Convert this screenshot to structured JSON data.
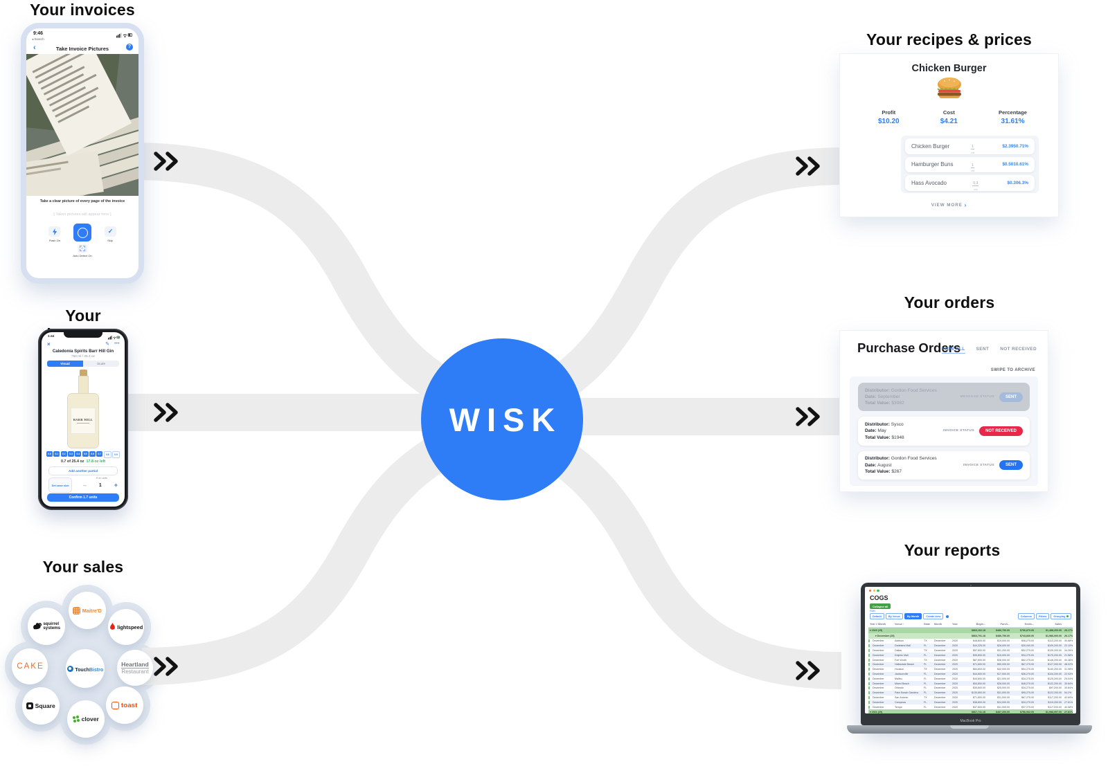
{
  "center": {
    "logo": "WISK"
  },
  "invoices": {
    "title": "Your invoices",
    "time": "9:46",
    "search": "Search",
    "nav_title": "Take Invoice Pictures",
    "help": "?",
    "caption": "Take a clear picture of every page of the invoice",
    "placeholder": "[ Taken pictures will appear here ]",
    "flash": "Flash On",
    "skip": "Skip",
    "auto_detect": "Auto Detect On"
  },
  "inventory": {
    "title": "Your inventory",
    "time": "1:44",
    "item_name": "Caledonia Spirits Barr Hill Gin",
    "item_size": "750 ml / 25.4 oz",
    "tab_visual": "Visual",
    "tab_scale": "Scale",
    "bottle_brand": "BARR HILL",
    "partials": [
      "0.0",
      "0.1",
      "0.2",
      "0.3",
      "0.4",
      "0.5",
      "0.6",
      "0.7",
      "0.8",
      "0.9"
    ],
    "partials_selected": 8,
    "partial_summary": "0.7 of 25.4 oz",
    "partial_left": "17.8 oz left",
    "add_partial": "Add another partial",
    "set_case": "Set case size",
    "full_units": "Full units",
    "minus": "–",
    "units": "1",
    "plus": "+",
    "confirm": "Confirm 1.7 units"
  },
  "sales": {
    "title": "Your sales",
    "logos": {
      "maitred": "Maitre'D",
      "squirrel_line1": "squirrel",
      "squirrel_line2": "systems",
      "lightspeed": "lightspeed",
      "cake": "CAKE",
      "touchbistro_a": "Touch",
      "touchbistro_b": "Bistro",
      "heartland_line1": "Heartland",
      "heartland_line2": "Restaurant",
      "square": "Square",
      "toast": "toast",
      "clover": "clover"
    }
  },
  "recipes": {
    "title": "Your recipes & prices",
    "dish": "Chicken Burger",
    "stats": [
      {
        "label": "Profit",
        "value": "$10.20"
      },
      {
        "label": "Cost",
        "value": "$4.21"
      },
      {
        "label": "Percentage",
        "value": "31.61%"
      }
    ],
    "ingredients": [
      {
        "name": "Chicken Burger",
        "qty": "1",
        "unit": "unit",
        "cost": "$2.39",
        "pct": "50.71%"
      },
      {
        "name": "Hamburger Buns",
        "qty": "1",
        "unit": "unit",
        "cost": "$0.50",
        "pct": "10.61%"
      },
      {
        "name": "Hass Avocado",
        "qty": "0.3",
        "unit": "unit",
        "cost": "$0.30",
        "pct": "6.3%"
      }
    ],
    "view_more": "VIEW MORE"
  },
  "orders": {
    "title": "Your orders",
    "heading": "Purchase Orders",
    "tabs": [
      "VIEW ALL",
      "SENT",
      "NOT RECEIVED"
    ],
    "swipe": "SWIPE TO ARCHIVE",
    "labels": {
      "distributor": "Distributor:",
      "date": "Date:",
      "total": "Total Value:"
    },
    "items": [
      {
        "distributor": "Gordon Food Services",
        "date": "September",
        "total": "$3982",
        "status_label": "MESSAGE STATUS",
        "status": "SENT"
      },
      {
        "distributor": "Sysco",
        "date": "May",
        "total": "$1948",
        "status_label": "INVOICE STATUS",
        "status": "NOT RECEIVED"
      },
      {
        "distributor": "Gordon Food Services",
        "date": "August",
        "total": "$267",
        "status_label": "INVOICE STATUS",
        "status": "SENT"
      }
    ]
  },
  "reports": {
    "title": "Your reports",
    "device": "MacBook Pro",
    "heading": "COGS",
    "collapse": "Collapse all",
    "filter": "Filter",
    "views": [
      "Default",
      "By Venue",
      "By Month",
      "Create view"
    ],
    "active_view_index": 2,
    "tools": [
      "Columns",
      "Filters",
      "Grouping"
    ],
    "columns": [
      "Year > Month",
      "Venue ↑",
      "State",
      "Month",
      "Year",
      "Begin...",
      "Purch...",
      "Endin...",
      "Sales",
      ""
    ],
    "group_top": {
      "label": "2020 (25)",
      "values": [
        "$863,162.18",
        "$486,750.00",
        "$756,870.00",
        "$1,488,200.00",
        "26.17%"
      ]
    },
    "group_sub": {
      "label": "December (25)",
      "values": [
        "$863,791.18",
        "$486,750.00",
        "$743,830.00",
        "$1,986,000.00",
        "26.17%"
      ]
    },
    "group_bottom": {
      "label": "2021 (25)",
      "values": [
        "$867,741.18",
        "$487,200.00",
        "$756,062.00",
        "$1,988,097.00",
        "27.81%"
      ]
    },
    "rows": [
      [
        "December",
        "Addison",
        "TX",
        "December",
        "2020",
        "$48,800.00",
        "$15,000.00",
        "$46,275.00",
        "$113,200.00",
        "30.88%"
      ],
      [
        "December",
        "Dadeland Mall",
        "FL",
        "December",
        "2020",
        "$44,325.00",
        "$28,000.00",
        "$30,040.00",
        "$109,200.00",
        "22.10%"
      ],
      [
        "December",
        "Dallas",
        "TX",
        "December",
        "2020",
        "$57,800.00",
        "$31,250.00",
        "$52,275.00",
        "$105,200.00",
        "34.26%"
      ],
      [
        "December",
        "Dolphin Mall",
        "FL",
        "December",
        "2020",
        "$35,800.00",
        "$15,000.00",
        "$34,275.00",
        "$175,200.00",
        "21.58%"
      ],
      [
        "December",
        "Fort Worth",
        "TX",
        "December",
        "2020",
        "$67,800.00",
        "$38,000.00",
        "$62,275.00",
        "$146,200.00",
        "40.38%"
      ],
      [
        "December",
        "Hallandale Beach",
        "FL",
        "December",
        "2020",
        "$71,800.00",
        "$50,000.00",
        "$67,275.00",
        "$127,200.00",
        "48.02%"
      ],
      [
        "December",
        "Houston",
        "TX",
        "December",
        "2020",
        "$84,800.00",
        "$42,000.00",
        "$94,275.00",
        "$140,200.00",
        "31.98%"
      ],
      [
        "December",
        "Jacksonville",
        "FL",
        "December",
        "2020",
        "$44,800.00",
        "$17,000.00",
        "$36,275.00",
        "$104,200.00",
        "22.03%"
      ],
      [
        "December",
        "Malibu",
        "FL",
        "December",
        "2020",
        "$44,800.00",
        "$21,000.00",
        "$34,275.00",
        "$125,200.00",
        "29.04%"
      ],
      [
        "December",
        "Miami Beach",
        "FL",
        "December",
        "2020",
        "$54,800.00",
        "$28,000.00",
        "$48,275.00",
        "$122,200.00",
        "30.84%"
      ],
      [
        "December",
        "Orlando",
        "FL",
        "December",
        "2020",
        "$35,800.00",
        "$25,000.00",
        "$34,275.00",
        "$97,200.00",
        "30.84%"
      ],
      [
        "December",
        "Palm Beach Gardens",
        "FL",
        "December",
        "2020",
        "$130,800.00",
        "$31,000.00",
        "$95,275.00",
        "$122,200.00",
        "54.2%"
      ],
      [
        "December",
        "San Antonio",
        "TX",
        "December",
        "2020",
        "$71,800.00",
        "$31,000.00",
        "$67,275.00",
        "$117,200.00",
        "42.69%"
      ],
      [
        "December",
        "Campinas",
        "FL",
        "December",
        "2020",
        "$38,800.00",
        "$24,000.00",
        "$34,275.00",
        "$119,200.00",
        "27.61%"
      ],
      [
        "December",
        "Tempe",
        "FL",
        "December",
        "2020",
        "$37,800.00",
        "$31,000.00",
        "$37,275.00",
        "$117,200.00",
        "40.58%"
      ]
    ]
  }
}
